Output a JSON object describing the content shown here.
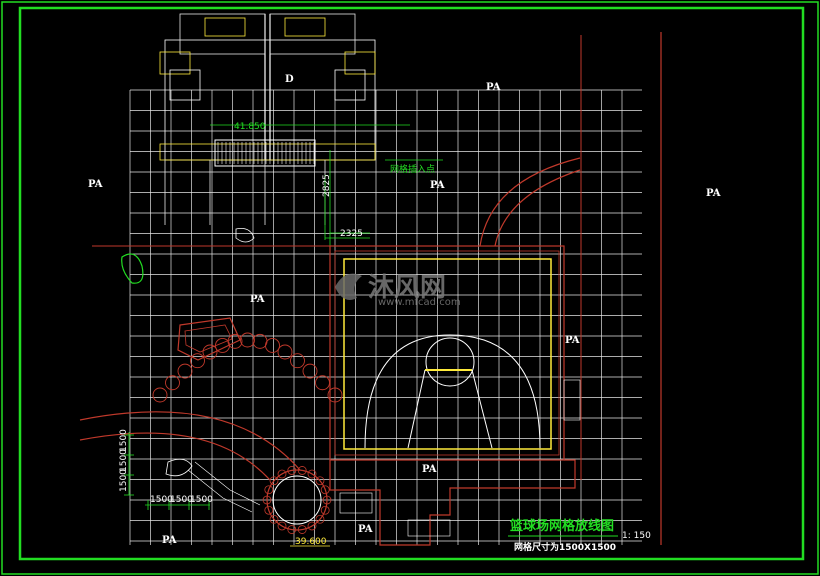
{
  "building_label": "D",
  "pa_label": "PA",
  "pa_large_label": "PA",
  "dimensions": {
    "elevation_1": "41.850",
    "elevation_2": "39.600",
    "dim_vertical": "2825",
    "dim_horizontal": "2325",
    "grid_dims_bottom": [
      "1500",
      "1500",
      "1500"
    ],
    "grid_dims_left": [
      "1500",
      "1500",
      "1500"
    ]
  },
  "annotation_grid_entry": "网格插入点",
  "title": "篮球场网格放线图",
  "scale": "1: 150",
  "subtitle": "网格尺寸为1500X1500",
  "watermark": {
    "brand": "沐风网",
    "url": "www.mfcad.com"
  },
  "colors": {
    "frame": "#22dd22",
    "grid": "#ffffff",
    "court": "#ffeb3b",
    "boundary": "#c0392b"
  }
}
